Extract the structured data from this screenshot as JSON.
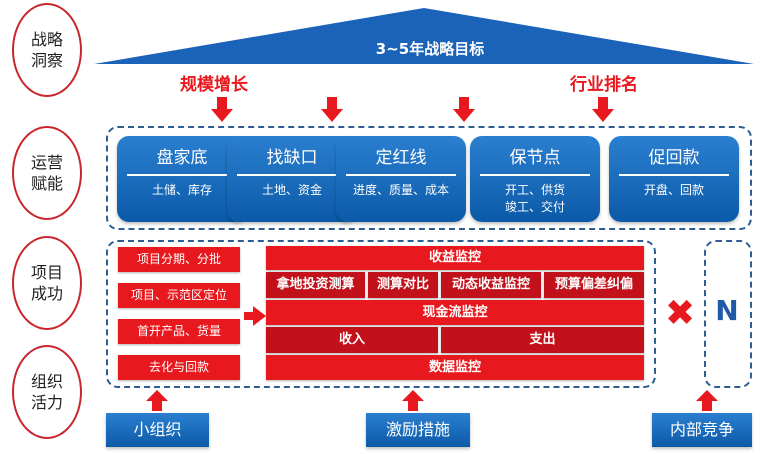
{
  "stages": [
    "战略洞察",
    "运营赋能",
    "项目成功",
    "组织活力"
  ],
  "roof": {
    "title": "3~5年战略目标",
    "color": "#1a63b8"
  },
  "goals": {
    "left": "规模增长",
    "right": "行业排名"
  },
  "capabilities": [
    {
      "title": "盘家底",
      "detail": "土储、库存"
    },
    {
      "title": "找缺口",
      "detail": "土地、资金"
    },
    {
      "title": "定红线",
      "detail": "进度、质量、成本"
    },
    {
      "title": "保节点",
      "detail": "开工、供货\n竣工、交付"
    },
    {
      "title": "促回款",
      "detail": "开盘、回款"
    }
  ],
  "project_items": [
    "项目分期、分批",
    "项目、示范区定位",
    "首开产品、货量",
    "去化与回款"
  ],
  "monitoring": {
    "revenue": "收益监控",
    "revenue_items": [
      "拿地投资测算",
      "测算对比",
      "动态收益监控",
      "预算偏差纠偏"
    ],
    "cashflow": "现金流监控",
    "cashflow_items": [
      "收入",
      "支出"
    ],
    "data": "数据监控"
  },
  "x_mark": "✖",
  "n_label": "N",
  "bottom": [
    "小组织",
    "激励措施",
    "内部竞争"
  ],
  "colors": {
    "red": "#e8191e",
    "blue": "#0b5aa8",
    "dashed": "#2e5d91"
  }
}
